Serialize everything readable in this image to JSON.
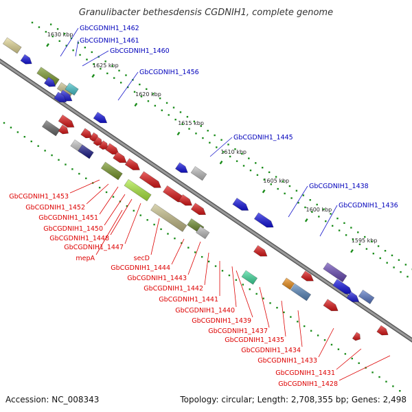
{
  "title": "Granulibacter bethesdensis CGDNIH1, complete genome",
  "footer": {
    "accession": "Accession: NC_008343",
    "topology": "Topology: circular; Length: 2,708,355 bp; Genes: 2,498"
  },
  "colors": {
    "backbone": "#8a8a8a",
    "dot_track": "#1a8c1a",
    "label_top": "#0000bb",
    "label_bottom": "#dd0000"
  },
  "kbp_labels": [
    "1630 kbp",
    "1625 kbp",
    "1620 kbp",
    "1615 kbp",
    "1610 kbp",
    "1605 kbp",
    "1600 kbp",
    "1595 kbp"
  ],
  "labels_top": [
    "GbCGDNIH1_1462",
    "GbCGDNIH1_1461",
    "GbCGDNIH1_1460",
    "GbCGDNIH1_1456",
    "GbCGDNIH1_1445",
    "GbCGDNIH1_1438",
    "GbCGDNIH1_1436"
  ],
  "labels_bottom": [
    "GbCGDNIH1_1453",
    "GbCGDNIH1_1452",
    "GbCGDNIH1_1451",
    "GbCGDNIH1_1450",
    "GbCGDNIH1_1448",
    "GbCGDNIH1_1447",
    "mepA",
    "secD",
    "GbCGDNIH1_1444",
    "GbCGDNIH1_1443",
    "GbCGDNIH1_1442",
    "GbCGDNIH1_1441",
    "GbCGDNIH1_1440",
    "GbCGDNIH1_1439",
    "GbCGDNIH1_1437",
    "GbCGDNIH1_1435",
    "GbCGDNIH1_1434",
    "GbCGDNIH1_1433",
    "GbCGDNIH1_1431",
    "GbCGDNIH1_1428"
  ]
}
